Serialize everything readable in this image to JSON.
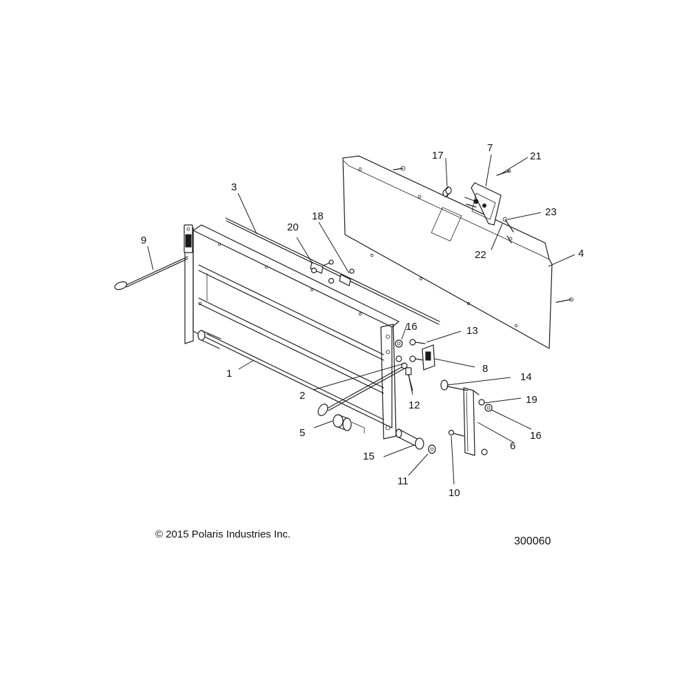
{
  "footer": {
    "copyright": "© 2015 Polaris Industries Inc.",
    "drawing_number": "300060"
  },
  "callouts": [
    {
      "id": "c1",
      "label": "1"
    },
    {
      "id": "c2",
      "label": "2"
    },
    {
      "id": "c3",
      "label": "3"
    },
    {
      "id": "c4",
      "label": "4"
    },
    {
      "id": "c5",
      "label": "5"
    },
    {
      "id": "c6",
      "label": "6"
    },
    {
      "id": "c7",
      "label": "7"
    },
    {
      "id": "c8",
      "label": "8"
    },
    {
      "id": "c9",
      "label": "9"
    },
    {
      "id": "c10",
      "label": "10"
    },
    {
      "id": "c11",
      "label": "11"
    },
    {
      "id": "c12",
      "label": "12"
    },
    {
      "id": "c13",
      "label": "13"
    },
    {
      "id": "c14",
      "label": "14"
    },
    {
      "id": "c15",
      "label": "15"
    },
    {
      "id": "c16a",
      "label": "16"
    },
    {
      "id": "c16b",
      "label": "16"
    },
    {
      "id": "c17",
      "label": "17"
    },
    {
      "id": "c18",
      "label": "18"
    },
    {
      "id": "c19",
      "label": "19"
    },
    {
      "id": "c20",
      "label": "20"
    },
    {
      "id": "c21",
      "label": "21"
    },
    {
      "id": "c22",
      "label": "22"
    },
    {
      "id": "c23",
      "label": "23"
    }
  ]
}
